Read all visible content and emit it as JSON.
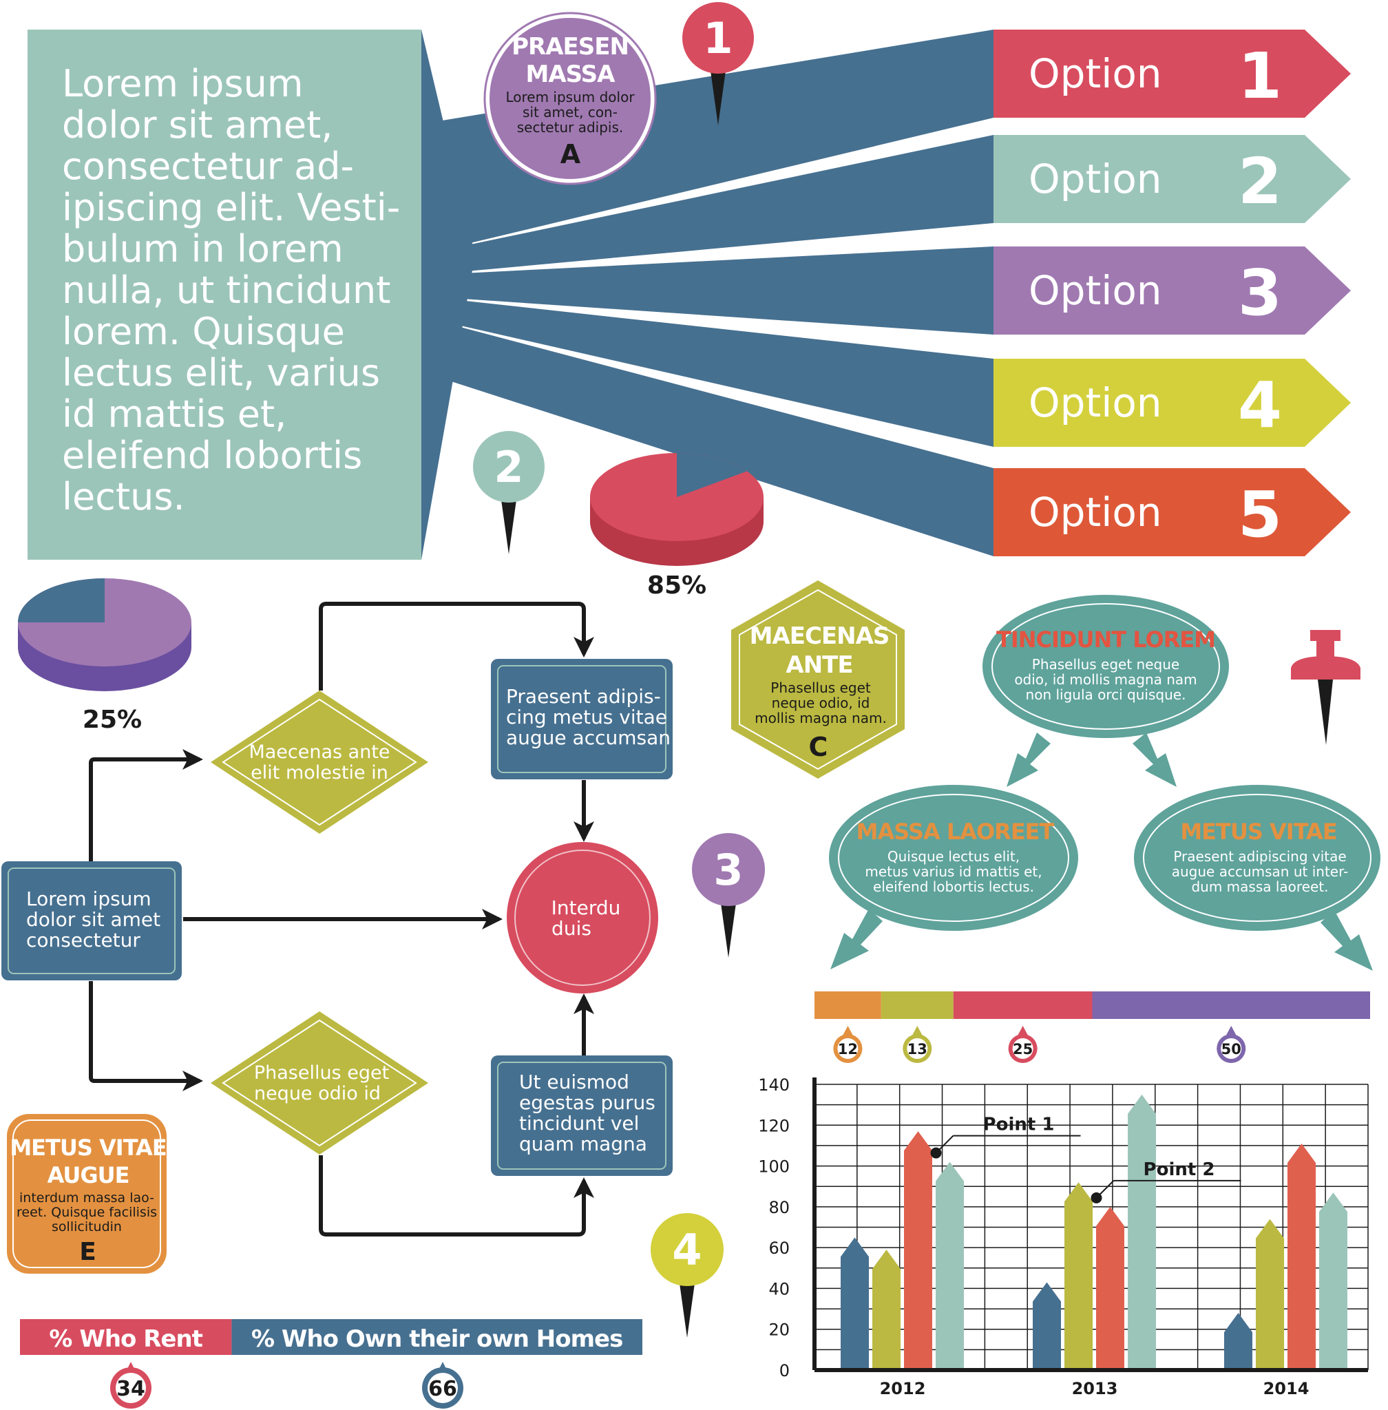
{
  "intro_text": [
    "Lorem ipsum",
    "dolor sit amet,",
    "consectetur ad-",
    "ipiscing elit. Vesti-",
    "bulum in lorem",
    "nulla, ut tincidunt",
    "lorem. Quisque",
    "lectus elit, varius",
    "id mattis et,",
    "eleifend lobortis",
    "lectus."
  ],
  "options": [
    {
      "label": "Option",
      "number": "1",
      "color": "#d84c5f"
    },
    {
      "label": "Option",
      "number": "2",
      "color": "#9cc5b9"
    },
    {
      "label": "Option",
      "number": "3",
      "color": "#a079b1"
    },
    {
      "label": "Option",
      "number": "4",
      "color": "#d3d03c"
    },
    {
      "label": "Option",
      "number": "5",
      "color": "#de5838"
    }
  ],
  "connector_color": "#467090",
  "badge_a": {
    "title": [
      "PRAESEN",
      "MASSA"
    ],
    "body": [
      "Lorem ipsum dolor",
      "sit amet, con-",
      "sectetur adipis."
    ],
    "letter": "A",
    "color": "#a079b1"
  },
  "badge_c": {
    "title": [
      "MAECENAS",
      "ANTE"
    ],
    "body": [
      "Phasellus eget",
      "neque odio, id",
      "mollis magna nam."
    ],
    "letter": "C",
    "color": "#bbb941"
  },
  "badge_e": {
    "title": [
      "METUS VITAE",
      "AUGUE"
    ],
    "body": [
      "interdum massa lao-",
      "reet. Quisque facilisis",
      "sollicitudin"
    ],
    "letter": "E",
    "color": "#e39140"
  },
  "pins": [
    {
      "number": "1",
      "color": "#d84c5f"
    },
    {
      "number": "2",
      "color": "#9cc5b9"
    },
    {
      "number": "3",
      "color": "#a079b1"
    },
    {
      "number": "4",
      "color": "#d3d03c"
    }
  ],
  "pie_85": {
    "label": "85%",
    "value": 85,
    "main_color": "#d84c5f",
    "rest_color": "#467090"
  },
  "pie_25": {
    "label": "25%",
    "value": 25,
    "main_color": "#a079b1",
    "rest_color": "#467090"
  },
  "flowchart": {
    "start": [
      "Lorem ipsum",
      "dolor sit amet",
      "consectetur"
    ],
    "diamond_top": [
      "Maecenas ante",
      "elit molestie in"
    ],
    "diamond_bottom": [
      "Phasellus eget",
      "neque odio id"
    ],
    "box_top": [
      "Praesent adipis-",
      "cing metus vitae",
      "augue accumsan"
    ],
    "box_bottom": [
      "Ut euismod",
      "egestas purus",
      "tincidunt vel",
      "quam magna"
    ],
    "circle": [
      "Interdu",
      "duis"
    ]
  },
  "bubbles": {
    "top": {
      "title": "TINCIDUNT LOREM",
      "body": [
        "Phasellus eget neque",
        "odio, id mollis magna nam",
        "non ligula orci quisque."
      ]
    },
    "left": {
      "title": "MASSA LAOREET",
      "body": [
        "Quisque lectus elit,",
        "metus varius id mattis et,",
        "eleifend lobortis lectus."
      ]
    },
    "right": {
      "title": "METUS VITAE",
      "body": [
        "Praesent adipiscing vitae",
        "augue accumsan ut inter-",
        "dum massa laoreet."
      ]
    }
  },
  "segment_bar": [
    {
      "value": 12,
      "label": "12",
      "color": "#e39140"
    },
    {
      "value": 13,
      "label": "13",
      "color": "#bbb941"
    },
    {
      "value": 25,
      "label": "25",
      "color": "#d84c5f"
    },
    {
      "value": 50,
      "label": "50",
      "color": "#7e66ac"
    }
  ],
  "rent_own_bar": [
    {
      "label": "% Who Rent",
      "value": 34,
      "value_label": "34",
      "color": "#d84c5f"
    },
    {
      "label": "% Who Own their own Homes",
      "value": 66,
      "value_label": "66",
      "color": "#467090"
    }
  ],
  "chart_data": {
    "type": "bar",
    "categories": [
      "2012",
      "2013",
      "2014"
    ],
    "series": [
      {
        "values": [
          65,
          43,
          28
        ],
        "color": "#467090"
      },
      {
        "values": [
          59,
          92,
          74
        ],
        "color": "#bbb941"
      },
      {
        "values": [
          117,
          80,
          111
        ],
        "color": "#e0604e"
      },
      {
        "values": [
          102,
          135,
          87
        ],
        "color": "#9cc5b9"
      }
    ],
    "ylim": [
      0,
      140
    ],
    "yticks": [
      "0",
      "20",
      "40",
      "60",
      "80",
      "100",
      "120",
      "140"
    ],
    "grid": true,
    "annotations": [
      {
        "text": "Point 1",
        "category": "2012",
        "series_index": 3
      },
      {
        "text": "Point 2",
        "category": "2013",
        "series_index": 2
      }
    ]
  }
}
